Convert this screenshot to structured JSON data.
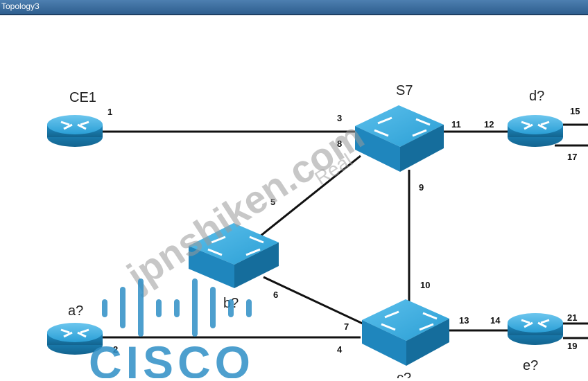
{
  "window": {
    "title": "Topology3"
  },
  "devices": {
    "ce1": "CE1",
    "s7": "S7",
    "d": "d?",
    "a": "a?",
    "b": "b?",
    "e": "e?",
    "c": "c?"
  },
  "ports": {
    "p1": "1",
    "p2": "2",
    "p3": "3",
    "p4": "4",
    "p5": "5",
    "p6": "6",
    "p7": "7",
    "p8": "8",
    "p9": "9",
    "p10": "10",
    "p11": "11",
    "p12": "12",
    "p13": "13",
    "p14": "14",
    "p15": "15",
    "p17": "17",
    "p19": "19",
    "p21": "21"
  },
  "watermark": {
    "text": "jpnshiken.com",
    "sub": "Real"
  },
  "logo": {
    "text": "CISCO"
  },
  "colors": {
    "device_blue": "#2aa0d8",
    "link": "#111111",
    "watermark": "#9a9a9a",
    "cisco_blue": "#2f8fc6"
  }
}
